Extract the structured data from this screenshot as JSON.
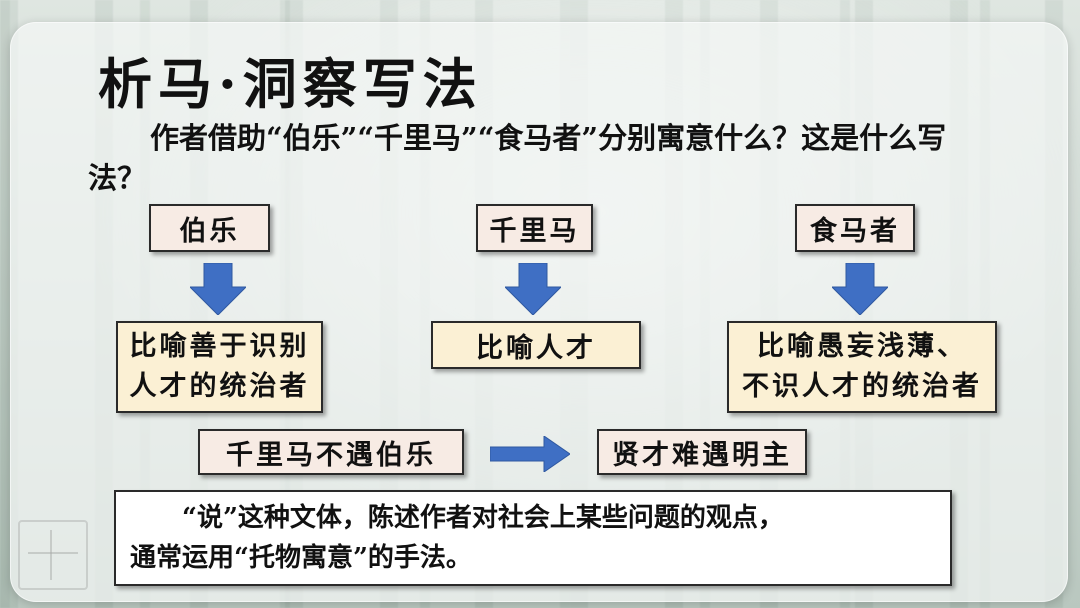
{
  "title": "析马·洞察写法",
  "question": "作者借助“伯乐”“千里马”“食马者”分别寓意什么？这是什么写法？",
  "columns": [
    {
      "term": "伯乐",
      "meaning_lines": [
        "比喻善于识别",
        "人才的统治者"
      ]
    },
    {
      "term": "千里马",
      "meaning_lines": [
        "比喻人才"
      ]
    },
    {
      "term": "食马者",
      "meaning_lines": [
        "比喻愚妄浅薄、",
        "不识人才的统治者"
      ]
    }
  ],
  "relation": {
    "left": "千里马不遇伯乐",
    "right": "贤才难遇明主"
  },
  "conclusion": {
    "line1": "“说”这种文体，陈述作者对社会上某些问题的观点，",
    "line2": "通常运用“托物寓意”的手法。"
  },
  "colors": {
    "arrow": "#3f6fc4",
    "term_box": "#f7ebe4",
    "meaning_box": "#fbf0d4"
  }
}
